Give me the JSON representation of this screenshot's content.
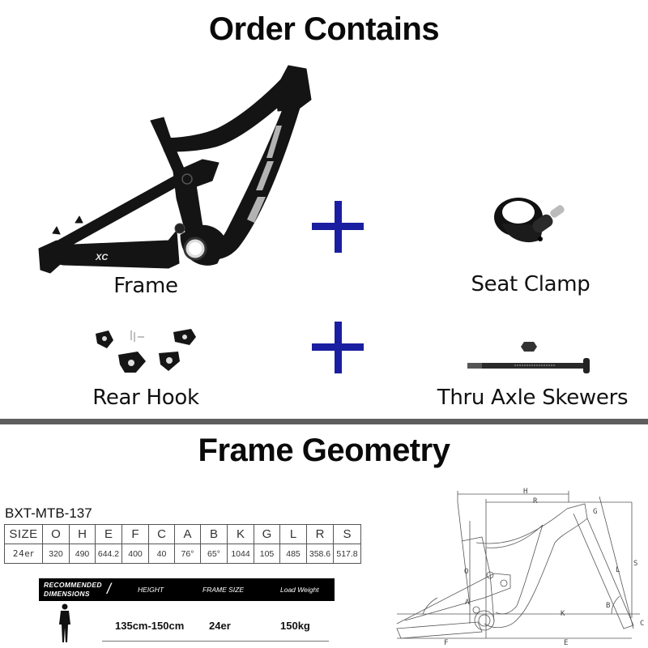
{
  "order": {
    "title": "Order Contains",
    "items": [
      {
        "label": "Frame",
        "icon": "bike-frame-icon"
      },
      {
        "label": "Seat Clamp",
        "icon": "seat-clamp-icon"
      },
      {
        "label": "Rear Hook",
        "icon": "rear-hook-icon"
      },
      {
        "label": "Thru Axle Skewers",
        "icon": "thru-axle-icon"
      }
    ],
    "plus_symbol": "+",
    "accent_color": "#1a1ea0",
    "frame_decal": "XC"
  },
  "geometry": {
    "title": "Frame Geometry",
    "model": "BXT-MTB-137",
    "headers": [
      "SIZE",
      "O",
      "H",
      "E",
      "F",
      "C",
      "A",
      "B",
      "K",
      "G",
      "L",
      "R",
      "S"
    ],
    "rows": [
      [
        "24er",
        "320",
        "490",
        "644.2",
        "400",
        "40",
        "76°",
        "65°",
        "1044",
        "105",
        "485",
        "358.6",
        "517.8"
      ]
    ],
    "diagram_labels": [
      "H",
      "R",
      "G",
      "S",
      "L",
      "O",
      "A",
      "B",
      "K",
      "C",
      "F",
      "E"
    ]
  },
  "recommended": {
    "label_line1": "RECOMMENDED",
    "label_line2": "DIMENSIONS",
    "slash": "/",
    "headers": {
      "height": "HEIGHT",
      "frame_size": "FRAME SIZE",
      "load_weight": "Load Weight"
    },
    "values": {
      "height": "135cm-150cm",
      "frame_size": "24er",
      "load_weight": "150kg"
    },
    "icon": "person-silhouette-icon"
  }
}
